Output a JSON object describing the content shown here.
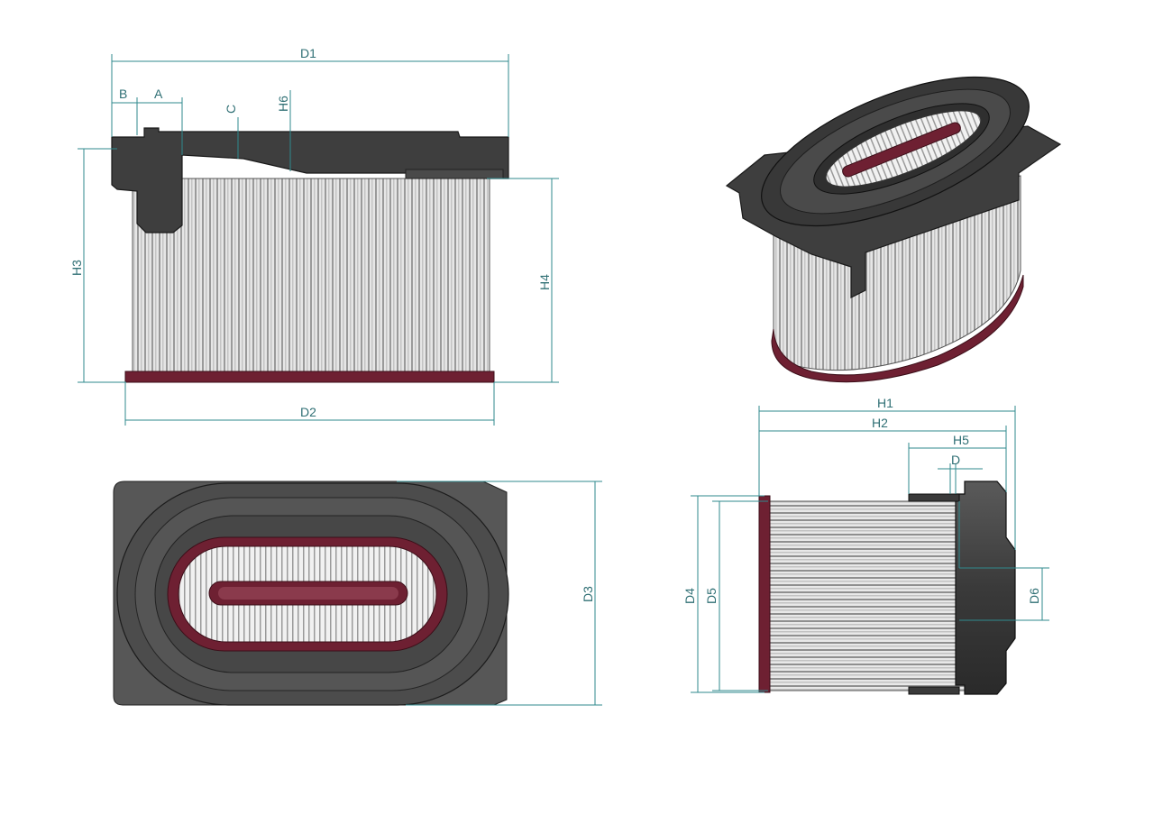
{
  "dimension_labels": {
    "D1": "D1",
    "B": "B",
    "A": "A",
    "C": "C",
    "H6": "H6",
    "H3": "H3",
    "H4": "H4",
    "D2": "D2",
    "D3": "D3",
    "H1": "H1",
    "H2": "H2",
    "H5": "H5",
    "D": "D",
    "D4": "D4",
    "D5": "D5",
    "D6": "D6"
  },
  "colors": {
    "dimension_line": "#2f8a8e",
    "housing": "#3e3e3e",
    "end_cap": "#6e2032",
    "media": "#d8d8d8"
  }
}
